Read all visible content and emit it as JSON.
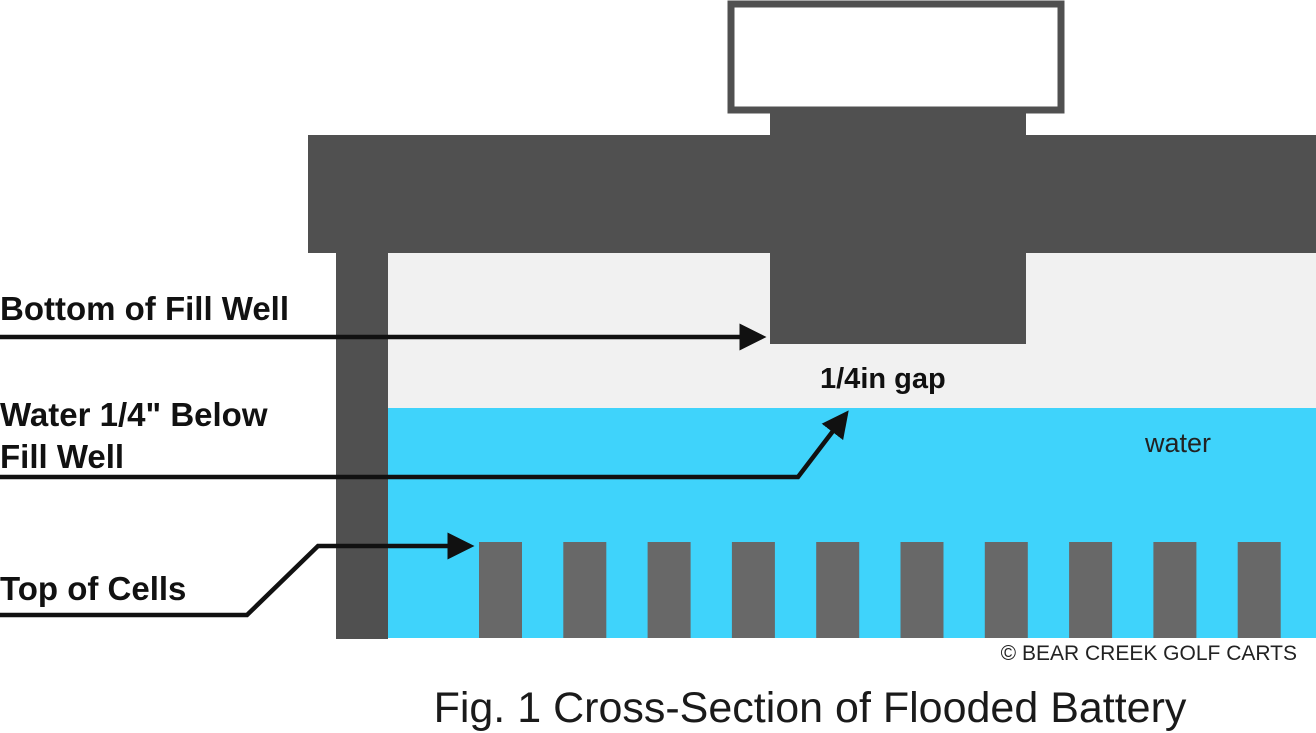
{
  "labels": {
    "bottom_of_fill_well": "Bottom of Fill Well",
    "water_below_line1": "Water 1/4\" Below",
    "water_below_line2": "Fill Well",
    "top_of_cells": "Top of Cells",
    "gap": "1/4in gap",
    "water": "water"
  },
  "copyright": "© BEAR CREEK GOLF CARTS",
  "caption": "Fig. 1 Cross-Section of Flooded Battery",
  "cell_count": 10,
  "colors": {
    "casing": "#505050",
    "cells": "#686868",
    "water": "#3fd3fb",
    "air": "#f1f1f1",
    "cap_outline": "#505050",
    "arrows": "#111111"
  }
}
